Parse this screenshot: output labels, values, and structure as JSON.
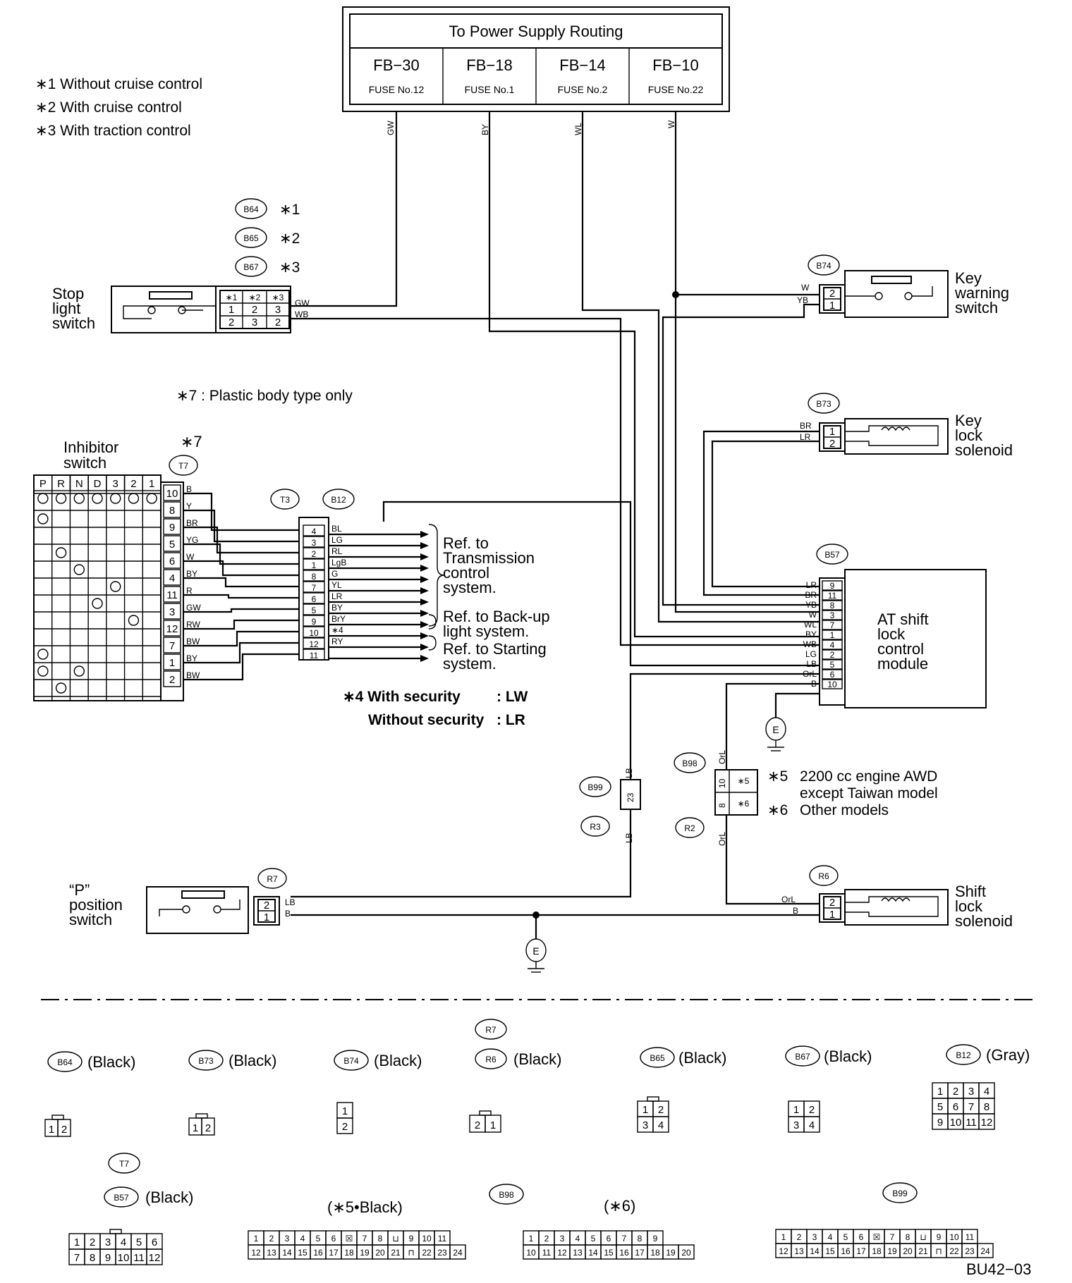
{
  "power": {
    "title": "To Power Supply Routing",
    "fuses": [
      {
        "code": "FB−30",
        "fuse": "FUSE No.12",
        "wire": "GW"
      },
      {
        "code": "FB−18",
        "fuse": "FUSE No.1",
        "wire": "BY"
      },
      {
        "code": "FB−14",
        "fuse": "FUSE No.2",
        "wire": "WL"
      },
      {
        "code": "FB−10",
        "fuse": "FUSE No.22",
        "wire": "W"
      }
    ]
  },
  "notes": {
    "n1": "∗1 Without cruise control",
    "n2": "∗2 With cruise control",
    "n3": "∗3 With traction control",
    "n7": "∗7 : Plastic body type only",
    "n4a": "∗4 With security",
    "n4a_val": ": LW",
    "n4b": "Without security",
    "n4b_val": ": LR",
    "n5a": "2200 cc engine AWD",
    "n5b": "except Taiwan model",
    "n6": "Other models",
    "n5_mark": "∗5",
    "n6_mark": "∗6"
  },
  "stop_switch": {
    "l1": "Stop",
    "l2": "light",
    "l3": "switch",
    "conn_b64": "B64",
    "conn_b65": "B65",
    "conn_b67": "B67",
    "mark1": "∗1",
    "mark2": "∗2",
    "mark3": "∗3",
    "wire_top": "GW",
    "wire_bot": "WB"
  },
  "key_warning": {
    "l1": "Key",
    "l2": "warning",
    "l3": "switch",
    "conn": "B74",
    "w1": "W",
    "w2": "YB",
    "p1": "2",
    "p2": "1"
  },
  "key_lock": {
    "l1": "Key",
    "l2": "lock",
    "l3": "solenoid",
    "conn": "B73",
    "w1": "BR",
    "w2": "LR",
    "p1": "1",
    "p2": "2"
  },
  "inhibitor": {
    "l1": "Inhibitor",
    "l2": "switch",
    "mark": "∗7",
    "conn": "T7",
    "positions": [
      "P",
      "R",
      "N",
      "D",
      "3",
      "2",
      "1"
    ],
    "pins": [
      "10",
      "8",
      "9",
      "5",
      "6",
      "4",
      "11",
      "3",
      "12",
      "7",
      "1",
      "2"
    ],
    "wires": [
      "B",
      "Y",
      "BR",
      "YG",
      "W",
      "BY",
      "R",
      "GW",
      "RW",
      "BW",
      "BY",
      "BW"
    ]
  },
  "t3b12": {
    "conn_t3": "T3",
    "conn_b12": "B12",
    "pins": [
      "4",
      "3",
      "2",
      "1",
      "8",
      "7",
      "6",
      "5",
      "9",
      "10",
      "12",
      "11"
    ],
    "wires": [
      "BL",
      "LG",
      "RL",
      "LgB",
      "G",
      "YL",
      "LR",
      "BY",
      "BrY",
      "∗4",
      "RY",
      ""
    ],
    "ref1": [
      "Ref. to",
      "Transmission",
      "control",
      "system."
    ],
    "ref2": [
      "Ref. to Back-up",
      "light system."
    ],
    "ref3": [
      "Ref. to Starting",
      "system."
    ]
  },
  "module": {
    "conn": "B57",
    "l1": "AT shift",
    "l2": "lock",
    "l3": "control",
    "l4": "module",
    "pins": [
      "9",
      "11",
      "8",
      "3",
      "7",
      "1",
      "4",
      "2",
      "5",
      "6",
      "10"
    ],
    "wires": [
      "LR",
      "BR",
      "YB",
      "W",
      "WL",
      "BY",
      "WB",
      "LG",
      "LB",
      "OrL",
      "B"
    ]
  },
  "b98": {
    "conn": "B98",
    "p1": "10",
    "p2": "8",
    "wire": "OrL",
    "m5": "∗5",
    "m6": "∗6",
    "r2": "R2",
    "wire2": "OrL"
  },
  "b99": {
    "conn": "B99",
    "pin": "23",
    "wire_top": "LB",
    "r3": "R3",
    "wire_bot": "LB"
  },
  "p_switch": {
    "l1": "“P”",
    "l2": "position",
    "l3": "switch",
    "conn": "R7",
    "p1": "2",
    "p2": "1",
    "w1": "LB",
    "w2": "B"
  },
  "shift_lock": {
    "l1": "Shift",
    "l2": "lock",
    "l3": "solenoid",
    "conn": "R6",
    "p1": "2",
    "p2": "1",
    "w1": "OrL",
    "w2": "B"
  },
  "ground": "E",
  "legend": {
    "b64": {
      "conn": "B64",
      "color": "(Black)",
      "pins": [
        "1",
        "2"
      ]
    },
    "b73": {
      "conn": "B73",
      "color": "(Black)",
      "pins": [
        "1",
        "2"
      ]
    },
    "b74": {
      "conn": "B74",
      "color": "(Black)",
      "pins": [
        "1",
        "2"
      ]
    },
    "r7": "R7",
    "r6": {
      "conn": "R6",
      "color": "(Black)",
      "pins": [
        "2",
        "1"
      ]
    },
    "b65": {
      "conn": "B65",
      "color": "(Black)",
      "pins": [
        "1",
        "2",
        "3",
        "4"
      ]
    },
    "b67": {
      "conn": "B67",
      "color": "(Black)",
      "pins": [
        "1",
        "2",
        "3",
        "4"
      ]
    },
    "b12": {
      "conn": "B12",
      "color": "(Gray)",
      "pins": [
        "1",
        "2",
        "3",
        "4",
        "5",
        "6",
        "7",
        "8",
        "9",
        "10",
        "11",
        "12"
      ]
    },
    "t7": "T7",
    "b57": {
      "conn": "B57",
      "color": "(Black)",
      "pins": [
        "1",
        "2",
        "3",
        "4",
        "5",
        "6",
        "7",
        "8",
        "9",
        "10",
        "11",
        "12"
      ]
    },
    "b98_5": {
      "label": "(∗5•Black)",
      "row1": [
        "1",
        "2",
        "3",
        "4",
        "5",
        "6",
        "☒",
        "7",
        "8",
        "⊔",
        "9",
        "10",
        "11"
      ],
      "row2": [
        "12",
        "13",
        "14",
        "15",
        "16",
        "17",
        "18",
        "19",
        "20",
        "21",
        "⊓",
        "22",
        "23",
        "24"
      ]
    },
    "b98_6": {
      "conn": "B98",
      "label": "(∗6)",
      "row1": [
        "1",
        "2",
        "3",
        "4",
        "5",
        "6",
        "7",
        "8",
        "9"
      ],
      "row2": [
        "10",
        "11",
        "12",
        "13",
        "14",
        "15",
        "16",
        "17",
        "18",
        "19",
        "20"
      ]
    },
    "b99": {
      "conn": "B99",
      "row1": [
        "1",
        "2",
        "3",
        "4",
        "5",
        "6",
        "☒",
        "7",
        "8",
        "⊔",
        "9",
        "10",
        "11"
      ],
      "row2": [
        "12",
        "13",
        "14",
        "15",
        "16",
        "17",
        "18",
        "19",
        "20",
        "21",
        "⊓",
        "22",
        "23",
        "24"
      ]
    }
  },
  "code": "BU42−03"
}
